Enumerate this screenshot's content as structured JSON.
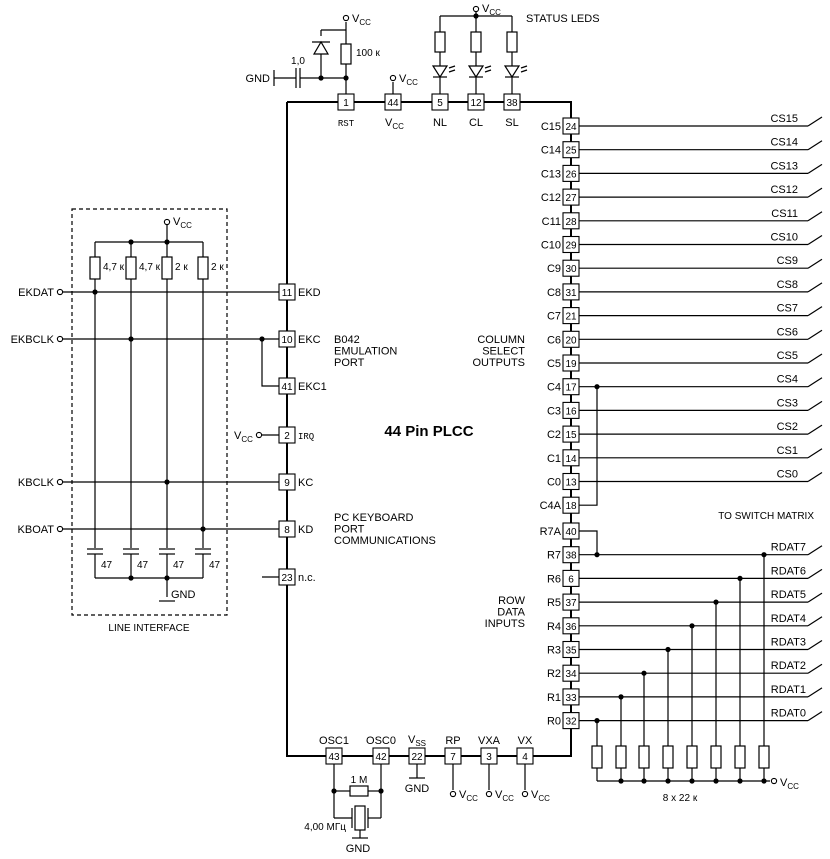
{
  "chip": {
    "title": "44 Pin PLCC"
  },
  "top": {
    "status_leds": "STATUS LEDS",
    "vcc": "V",
    "vcc_sub": "CC",
    "gnd": "GND",
    "cap_value": "1,0",
    "res_value": "100 к",
    "pins": [
      {
        "num": "1",
        "name": "RST"
      },
      {
        "num": "44",
        "name": "V",
        "sub": "CC"
      },
      {
        "num": "5",
        "name": "NL"
      },
      {
        "num": "12",
        "name": "CL"
      },
      {
        "num": "38",
        "name": "SL"
      }
    ]
  },
  "line_interface": {
    "label": "LINE INTERFACE",
    "vcc": "V",
    "vcc_sub": "CC",
    "gnd": "GND",
    "resistors": [
      "4,7 к",
      "4,7 к",
      "2 к",
      "2 к"
    ],
    "caps": [
      "47",
      "47",
      "47",
      "47"
    ],
    "signals": [
      "EKDAT",
      "EKBCLK",
      "KBCLK",
      "KBOAT"
    ]
  },
  "left_pins": [
    {
      "num": "11",
      "name": "EKD"
    },
    {
      "num": "10",
      "name": "EKC"
    },
    {
      "num": "41",
      "name": "EKC1"
    },
    {
      "num": "2",
      "name": "IRQ",
      "vcc": "V",
      "vcc_sub": "CC"
    },
    {
      "num": "9",
      "name": "KC"
    },
    {
      "num": "8",
      "name": "KD"
    },
    {
      "num": "23",
      "name": "n.c."
    }
  ],
  "groups": {
    "emulation": [
      "B042",
      "EMULATION",
      "PORT"
    ],
    "pc_keyboard": [
      "PC KEYBOARD",
      "PORT",
      "COMMUNICATIONS"
    ],
    "column": [
      "COLUMN",
      "SELECT",
      "OUTPUTS"
    ],
    "row": [
      "ROW",
      "DATA",
      "INPUTS"
    ]
  },
  "column_pins": [
    {
      "name": "C15",
      "num": "24",
      "out": "CS15"
    },
    {
      "name": "C14",
      "num": "25",
      "out": "CS14"
    },
    {
      "name": "C13",
      "num": "26",
      "out": "CS13"
    },
    {
      "name": "C12",
      "num": "27",
      "out": "CS12"
    },
    {
      "name": "C11",
      "num": "28",
      "out": "CS11"
    },
    {
      "name": "C10",
      "num": "29",
      "out": "CS10"
    },
    {
      "name": "C9",
      "num": "30",
      "out": "CS9"
    },
    {
      "name": "C8",
      "num": "31",
      "out": "CS8"
    },
    {
      "name": "C7",
      "num": "21",
      "out": "CS7"
    },
    {
      "name": "C6",
      "num": "20",
      "out": "CS6"
    },
    {
      "name": "C5",
      "num": "19",
      "out": "CS5"
    },
    {
      "name": "C4",
      "num": "17",
      "out": "CS4"
    },
    {
      "name": "C3",
      "num": "16",
      "out": "CS3"
    },
    {
      "name": "C2",
      "num": "15",
      "out": "CS2"
    },
    {
      "name": "C1",
      "num": "14",
      "out": "CS1"
    },
    {
      "name": "C0",
      "num": "13",
      "out": "CS0"
    },
    {
      "name": "C4A",
      "num": "18",
      "out": ""
    }
  ],
  "row_pins": [
    {
      "name": "R7A",
      "num": "40",
      "out": ""
    },
    {
      "name": "R7",
      "num": "38",
      "out": "RDAT7"
    },
    {
      "name": "R6",
      "num": "6",
      "out": "RDAT6"
    },
    {
      "name": "R5",
      "num": "37",
      "out": "RDAT5"
    },
    {
      "name": "R4",
      "num": "36",
      "out": "RDAT4"
    },
    {
      "name": "R3",
      "num": "35",
      "out": "RDAT3"
    },
    {
      "name": "R2",
      "num": "34",
      "out": "RDAT2"
    },
    {
      "name": "R1",
      "num": "33",
      "out": "RDAT1"
    },
    {
      "name": "R0",
      "num": "32",
      "out": "RDAT0"
    }
  ],
  "switch_matrix": "TO SWITCH MATRIX",
  "row_res": "8 x 22 к",
  "bottom_pins": [
    {
      "num": "43",
      "name": "OSC1"
    },
    {
      "num": "42",
      "name": "OSC0"
    },
    {
      "num": "22",
      "name": "V",
      "sub": "SS"
    },
    {
      "num": "7",
      "name": "RP"
    },
    {
      "num": "3",
      "name": "VXA"
    },
    {
      "num": "4",
      "name": "VX"
    }
  ],
  "bottom": {
    "res": "1 M",
    "crystal": "4,00 МГц",
    "gnd": "GND",
    "vcc": "V",
    "vcc_sub": "CC"
  }
}
